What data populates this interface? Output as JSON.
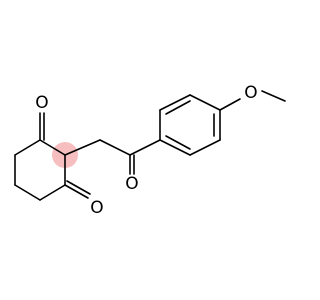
{
  "molecule": {
    "atoms": {
      "o_top": "O",
      "o_bottom": "O",
      "o_ketone": "O",
      "o_methoxy": "O"
    },
    "highlight_color": "#f5b3b3",
    "bond_color": "#000000"
  }
}
